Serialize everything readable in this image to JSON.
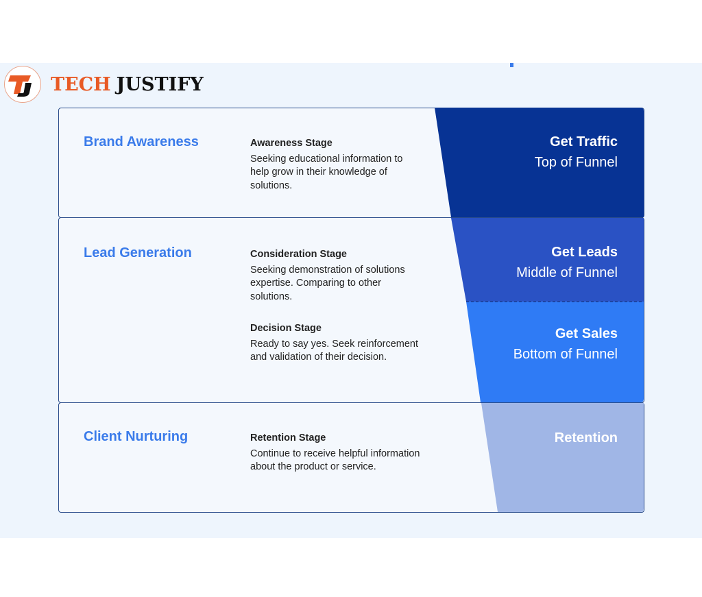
{
  "logo": {
    "text_a": "TECH",
    "text_b": "JUSTIFY",
    "monogram": "TJ"
  },
  "colors": {
    "top": "#073394",
    "middle": "#2a52c4",
    "bottom": "#2f7bf5",
    "retention": "#a0b6e6",
    "accent": "#3a7bea"
  },
  "rows": [
    {
      "title": "Brand Awareness",
      "stages": [
        {
          "name": "Awareness Stage",
          "desc": "Seeking educational information to help grow in their knowledge of solutions."
        }
      ]
    },
    {
      "title": "Lead Generation",
      "stages": [
        {
          "name": "Consideration Stage",
          "desc": "Seeking demonstration of solutions expertise. Comparing to other solutions."
        },
        {
          "name": "Decision Stage",
          "desc": "Ready to say yes. Seek reinforcement and validation of their decision."
        }
      ]
    },
    {
      "title": "Client Nurturing",
      "stages": [
        {
          "name": "Retention Stage",
          "desc": "Continue to receive helpful information about the product or service."
        }
      ]
    }
  ],
  "funnel": [
    {
      "goal": "Get Traffic",
      "level": "Top of Funnel"
    },
    {
      "goal": "Get Leads",
      "level": "Middle of Funnel"
    },
    {
      "goal": "Get Sales",
      "level": "Bottom of Funnel"
    },
    {
      "goal": "Retention",
      "level": ""
    }
  ]
}
